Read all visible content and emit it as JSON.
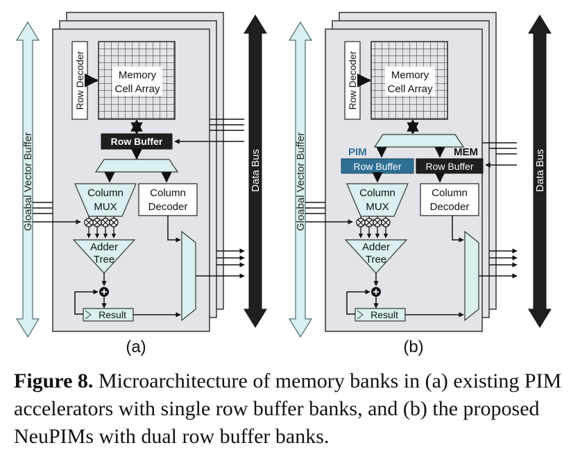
{
  "panels": [
    {
      "id": "a",
      "label": "(a)",
      "global_vector_buffer": "Gloabal Vector Buffer",
      "data_bus": "Data Bus",
      "row_decoder": "Row Decoder",
      "memory_cell_array": [
        "Memory",
        "Cell Array"
      ],
      "row_buffer": "Row Buffer",
      "column_mux": [
        "Column",
        "MUX"
      ],
      "column_decoder": [
        "Column",
        "Decoder"
      ],
      "adder_tree": [
        "Adder",
        "Tree"
      ],
      "result": "Result"
    },
    {
      "id": "b",
      "label": "(b)",
      "global_vector_buffer": "Gloabal Vector Buffer",
      "data_bus": "Data Bus",
      "row_decoder": "Row Decoder",
      "memory_cell_array": [
        "Memory",
        "Cell Array"
      ],
      "pim_tag": "PIM",
      "mem_tag": "MEM",
      "pim_row_buffer": "Row Buffer",
      "mem_row_buffer": "Row Buffer",
      "column_mux": [
        "Column",
        "MUX"
      ],
      "column_decoder": [
        "Column",
        "Decoder"
      ],
      "adder_tree": [
        "Adder",
        "Tree"
      ],
      "result": "Result"
    }
  ],
  "caption": {
    "label": "Figure 8.",
    "text": " Microarchitecture of memory banks in (a) existing PIM accelerators with single row buffer banks, and (b) the proposed NeuPIMs with dual row buffer banks."
  },
  "colors": {
    "bank_fill": "#e2e4e9",
    "light_cyan": "#d9eff0",
    "pim_blue": "#2f6f93",
    "dark": "#1f1f1f",
    "outline": "#3a3a3a"
  }
}
